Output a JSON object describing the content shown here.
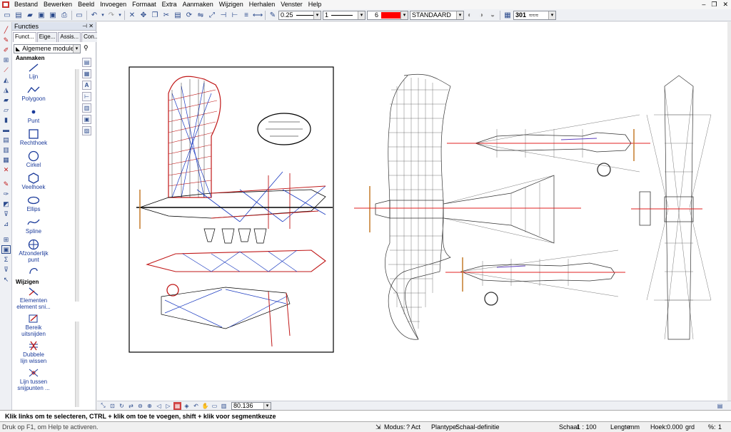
{
  "menu": {
    "items": [
      "Bestand",
      "Bewerken",
      "Beeld",
      "Invoegen",
      "Formaat",
      "Extra",
      "Aanmaken",
      "Wijzigen",
      "Herhalen",
      "Venster",
      "Help"
    ]
  },
  "toolbar": {
    "pen_thickness": "0.25",
    "line_type": "1",
    "color_number": "6",
    "color_hex": "#ff0000",
    "layer": "STANDAARD",
    "hatch_number": "301"
  },
  "panel": {
    "title": "Functies",
    "tabs": [
      "Funct...",
      "Eige...",
      "Assis...",
      "Con..."
    ],
    "module": "Algemene modules",
    "section_create": "Aanmaken",
    "create_tools": [
      "Lijn",
      "Polygoon",
      "Punt",
      "Rechthoek",
      "Cirkel",
      "Veelhoek",
      "Ellips",
      "Spline",
      "Afzonderlijk punt"
    ],
    "section_modify": "Wijzigen",
    "modify_tools": [
      "Elementen element sni...",
      "Bereik uitsnijden",
      "Dubbele lijn wissen",
      "Lijn tussen snijpunten ..."
    ]
  },
  "bottom": {
    "zoom_value": "80.136"
  },
  "prompt": "Klik links om te selecteren, CTRL + klik om toe te voegen, shift + klik voor segmentkeuze",
  "status": {
    "help": "Druk op F1, om Help te activeren.",
    "mode_label": "Modus:",
    "mode_value": "? Act",
    "plantype_label": "Plantype:",
    "plantype_value": "Schaal-definitie",
    "scale_label": "Schaal",
    "scale_value": "1 : 100",
    "length_label": "Lengte",
    "length_value": "mm",
    "angle_label": "Hoek:",
    "angle_value": "0.000",
    "angle_unit": "grd",
    "percent_label": "%:",
    "percent_value": "1"
  }
}
